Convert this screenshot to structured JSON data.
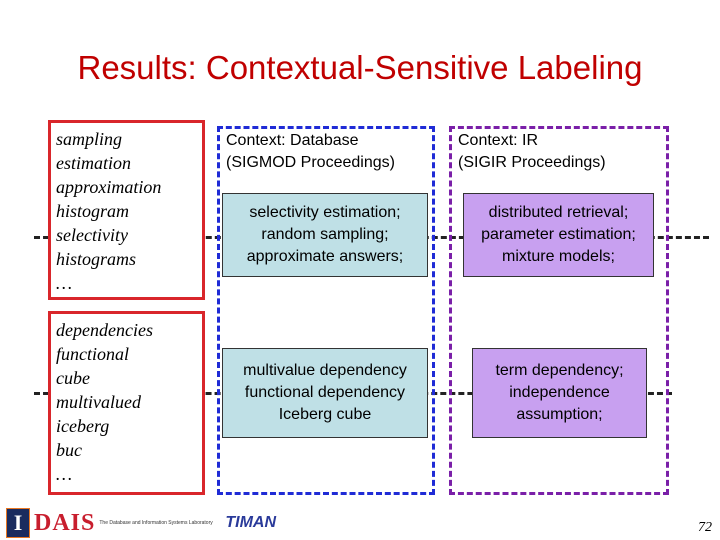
{
  "slide": {
    "title": "Results: Contextual-Sensitive Labeling",
    "page_number": "72"
  },
  "terms": {
    "group1": [
      "sampling",
      "estimation",
      "approximation",
      "histogram",
      "selectivity",
      "histograms",
      "…"
    ],
    "group2": [
      "dependencies",
      "functional",
      "cube",
      "multivalued",
      "iceberg",
      "buc",
      "…"
    ]
  },
  "contexts": {
    "database": {
      "header_line1": "Context: Database",
      "header_line2": "(SIGMOD Proceedings)",
      "label1": [
        "selectivity estimation;",
        "random sampling;",
        "approximate answers;"
      ],
      "label2": [
        "multivalue dependency",
        "functional dependency",
        "Iceberg cube"
      ]
    },
    "ir": {
      "header_line1": "Context: IR",
      "header_line2": "(SIGIR Proceedings)",
      "label1": [
        "distributed retrieval;",
        "parameter estimation;",
        "mixture models;"
      ],
      "label2": [
        "term dependency;",
        "independence",
        "assumption;"
      ]
    }
  },
  "footer": {
    "logo_letter": "I",
    "dais_text": "DAIS",
    "lab_name": "The Database and Information Systems Laboratory",
    "timan_text": "TIMAN"
  },
  "colors": {
    "title": "#c00000",
    "term_box_border": "#d9262b",
    "database_column_border": "#1f2bd6",
    "ir_column_border": "#7a1fa8",
    "database_label_fill": "#bfe0e6",
    "ir_label_fill": "#c8a0f0"
  }
}
